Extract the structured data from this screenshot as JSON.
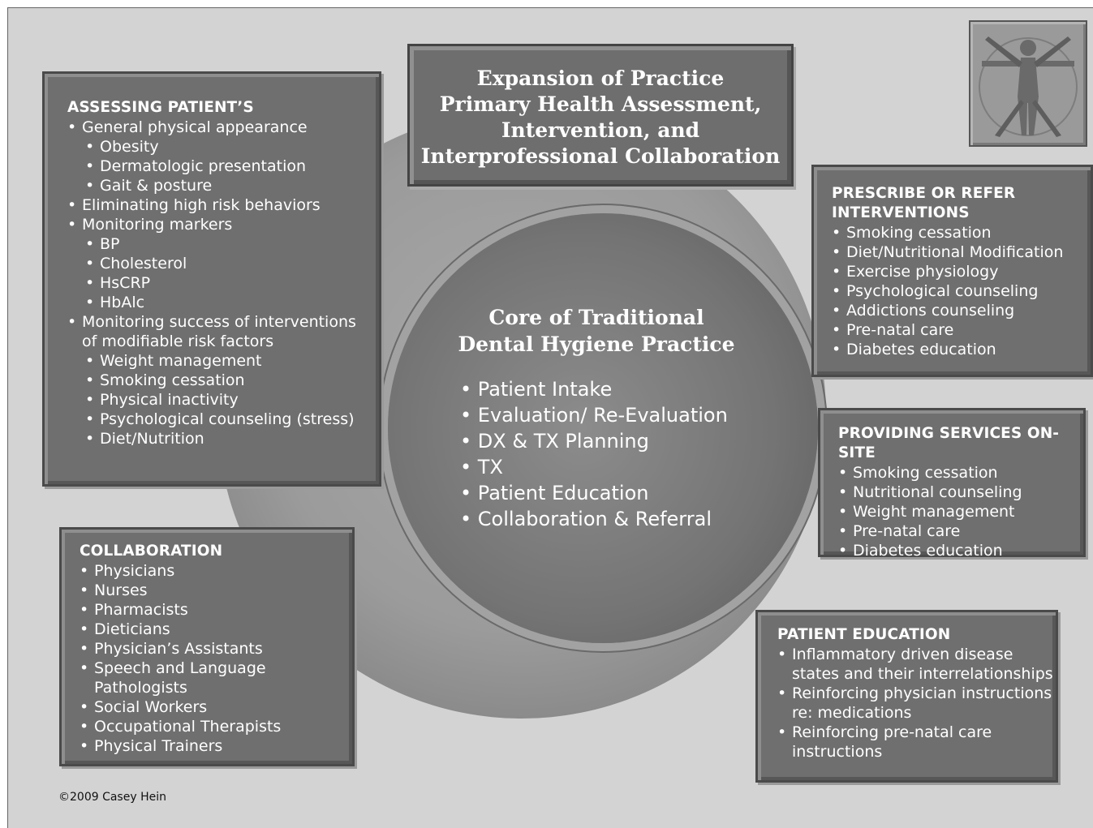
{
  "title_box": {
    "lines": [
      "Expansion of Practice",
      "Primary Health Assessment,",
      "Intervention, and",
      "Interprofessional Collaboration"
    ]
  },
  "core": {
    "title_lines": [
      "Core of Traditional",
      "Dental Hygiene Practice"
    ],
    "items": [
      "Patient Intake",
      "Evaluation/ Re-Evaluation",
      "DX & TX Planning",
      "TX",
      "Patient Education",
      "Collaboration & Referral"
    ]
  },
  "assessing": {
    "heading": "ASSESSING PATIENT’S",
    "items": [
      "General physical appearance",
      "Obesity",
      "Dermatologic presentation",
      "Gait & posture",
      "Eliminating high risk behaviors",
      "Monitoring markers",
      "BP",
      "Cholesterol",
      "HsCRP",
      "HbAlc",
      "Monitoring success of interventions",
      "of modifiable risk factors",
      "Weight management",
      "Smoking cessation",
      "Physical inactivity",
      "Psychological counseling (stress)",
      "Diet/Nutrition"
    ]
  },
  "prescribe": {
    "heading_lines": [
      "PRESCRIBE OR REFER",
      "INTERVENTIONS"
    ],
    "items": [
      "Smoking cessation",
      "Diet/Nutritional Modification",
      "Exercise physiology",
      "Psychological counseling",
      "Addictions counseling",
      "Pre-natal care",
      "Diabetes education"
    ]
  },
  "onsite": {
    "heading": "PROVIDING SERVICES ON-SITE",
    "items": [
      "Smoking cessation",
      "Nutritional counseling",
      "Weight management",
      "Pre-natal care",
      "Diabetes education"
    ]
  },
  "collaboration": {
    "heading": "COLLABORATION",
    "items": [
      "Physicians",
      "Nurses",
      "Pharmacists",
      "Dieticians",
      "Physician’s Assistants",
      "Speech and Language",
      "Pathologists",
      "Social Workers",
      "Occupational Therapists",
      "Physical Trainers"
    ]
  },
  "patient_education": {
    "heading": "PATIENT EDUCATION",
    "items": [
      "Inflammatory driven disease",
      "states and their interrelationships",
      "Reinforcing physician instructions",
      "re: medications",
      "Reinforcing pre-natal care",
      "instructions"
    ]
  },
  "copyright": "©2009 Casey Hein",
  "colors": {
    "background": "#d3d3d3",
    "box": "#6f6f6f",
    "text": "#ffffff"
  },
  "icons": {
    "corner_figure": "vitruvian-man-icon"
  }
}
